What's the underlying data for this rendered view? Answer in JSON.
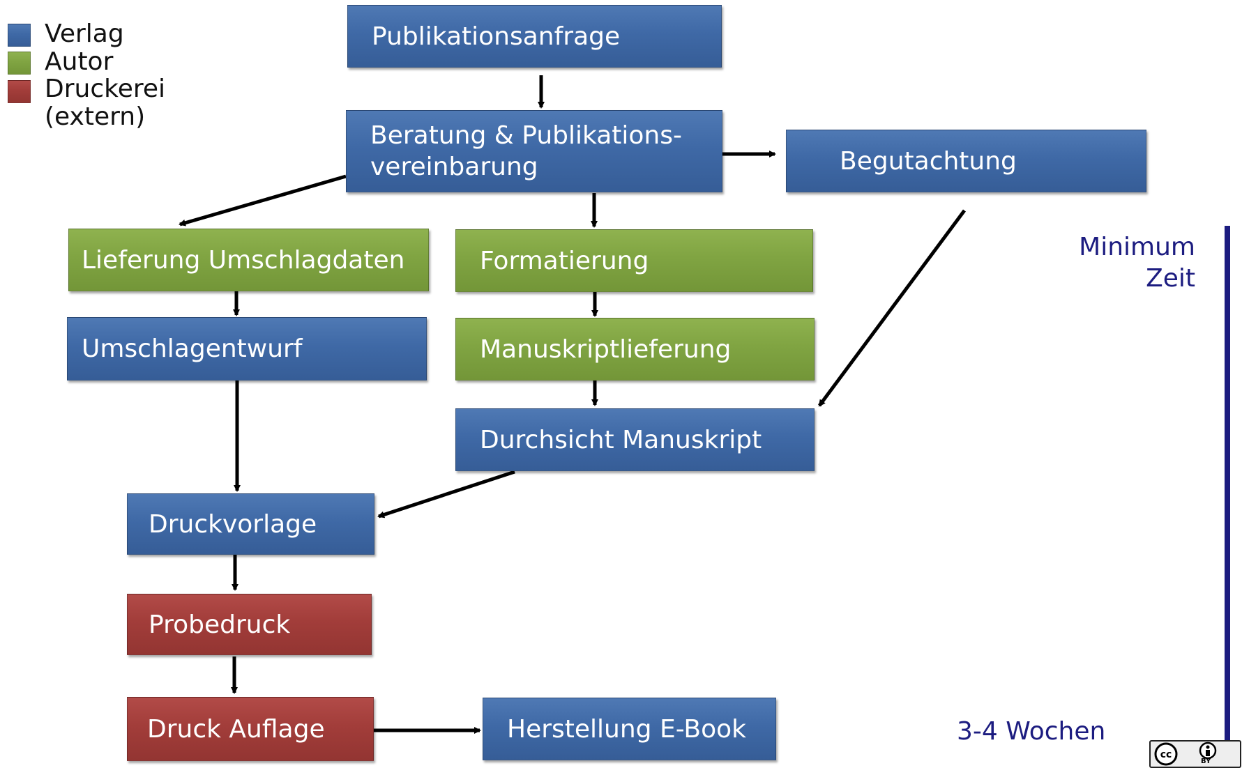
{
  "legend": [
    {
      "label": "Verlag",
      "color": "#3f69a6"
    },
    {
      "label": "Autor",
      "color": "#80a442"
    },
    {
      "label": "Druckerei\n(extern)",
      "color": "#a23d3a"
    }
  ],
  "nodes": {
    "publikationsanfrage": "Publikationsanfrage",
    "beratung": "Beratung & Publikations-\nvereinbarung",
    "begutachtung": "Begutachtung",
    "lieferung_umschlagdaten": "Lieferung Umschlagdaten",
    "formatierung": "Formatierung",
    "umschlagentwurf": "Umschlagentwurf",
    "manuskriptlieferung": "Manuskriptlieferung",
    "durchsicht_manuskript": "Durchsicht Manuskript",
    "druckvorlage": "Druckvorlage",
    "probedruck": "Probedruck",
    "druck_auflage": "Druck Auflage",
    "herstellung_ebook": "Herstellung E-Book"
  },
  "timeline": {
    "start_label": "Minimum\nZeit",
    "end_label": "3-4 Wochen",
    "color": "#1c1c80"
  },
  "license_badge": {
    "icon": "cc-by-icon",
    "text": "BY"
  }
}
